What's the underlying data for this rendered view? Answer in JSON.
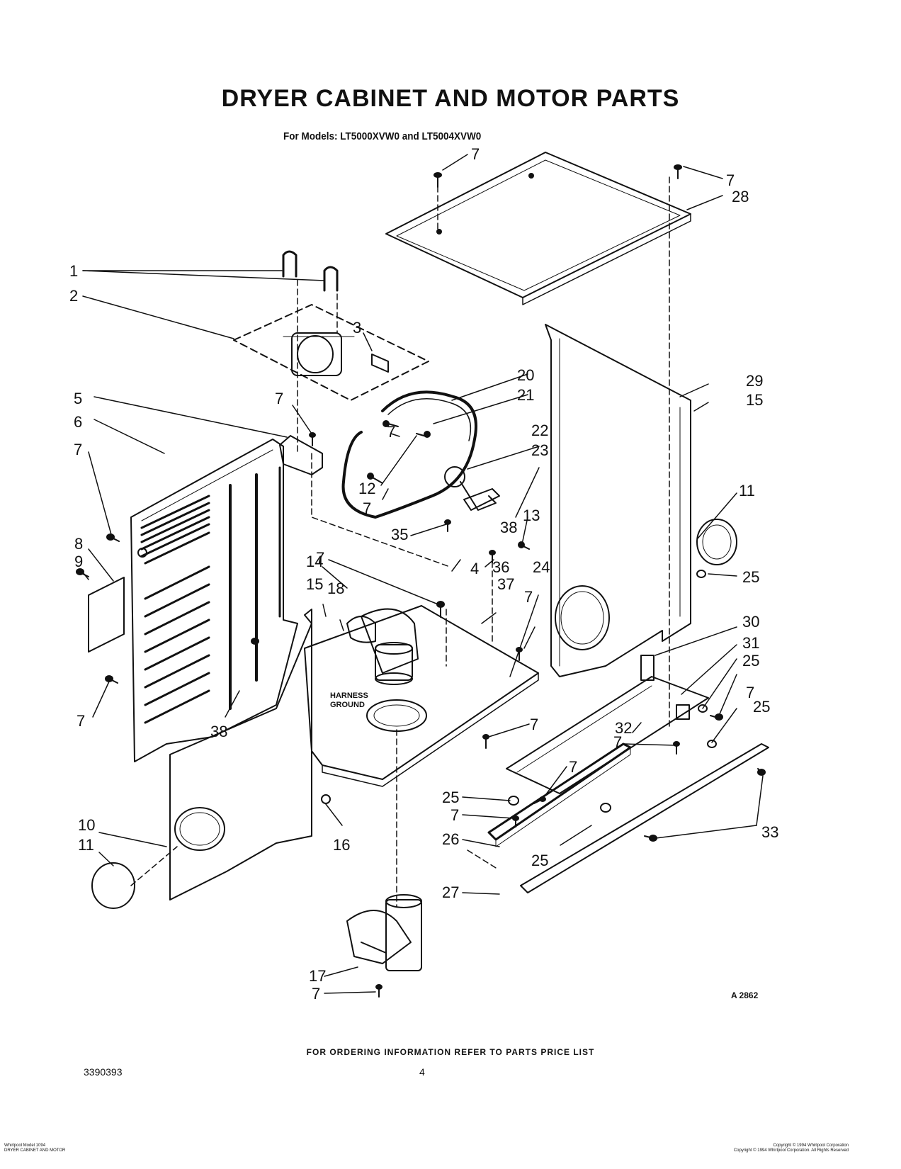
{
  "header": {
    "title": "DRYER CABINET AND MOTOR PARTS",
    "subtitle": "For Models: LT5000XVW0 and LT5004XVW0"
  },
  "diagram": {
    "harness_label_line1": "HARNESS",
    "harness_label_line2": "GROUND",
    "callouts": [
      "1",
      "2",
      "3",
      "5",
      "6",
      "7",
      "8",
      "9",
      "10",
      "11",
      "12",
      "13",
      "14",
      "15",
      "16",
      "17",
      "18",
      "20",
      "21",
      "22",
      "23",
      "24",
      "25",
      "26",
      "27",
      "28",
      "29",
      "30",
      "31",
      "32",
      "33",
      "35",
      "36",
      "37",
      "38",
      "4"
    ]
  },
  "footer": {
    "drawing_code": "A 2862",
    "ordering_note": "FOR ORDERING INFORMATION REFER TO PARTS PRICE LIST",
    "document_number": "3390393",
    "page_number": "4",
    "left_note_line1": "Whirlpool Model 1094",
    "left_note_line2": "DRYER CABINET AND MOTOR",
    "right_note_line1": "Copyright © 1994 Whirlpool Corporation",
    "right_note_line2": "Copyright © 1994 Whirlpool Corporation. All Rights Reserved"
  },
  "colors": {
    "ink": "#111111",
    "paper": "#ffffff"
  }
}
